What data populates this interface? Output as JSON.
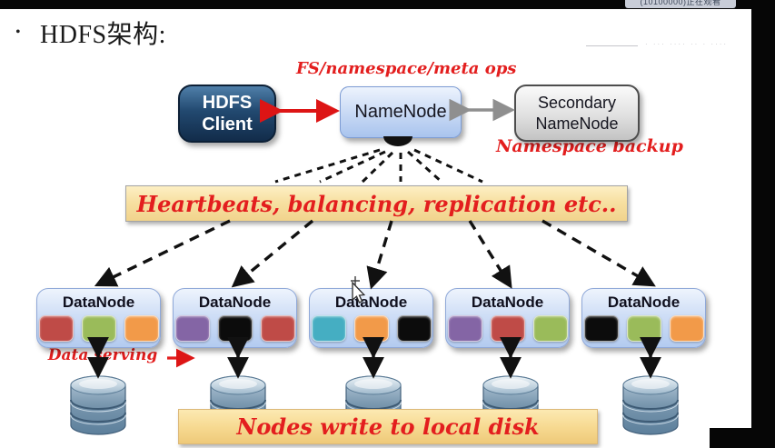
{
  "window": {
    "viewer_badge": "(10100000)正在观看",
    "faded_dots": "· ··· ···· ·· · ····"
  },
  "slide": {
    "bullet": "•",
    "title": "HDFS架构:"
  },
  "diagram": {
    "client": {
      "line1": "HDFS",
      "line2": "Client"
    },
    "namenode": {
      "label": "NameNode"
    },
    "secondary": {
      "line1": "Secondary",
      "line2": "NameNode"
    },
    "annotations": {
      "meta_ops": "FS/namespace/meta ops",
      "namespace_backup": "Namespace backup",
      "heartbeats": "Heartbeats, balancing, replication etc..",
      "data_serving": "Data serving",
      "local_disk": "Nodes write to local disk"
    },
    "datanodes": [
      {
        "label": "DataNode",
        "blocks": [
          "#bf4b47",
          "#9abb5a",
          "#f29a49"
        ]
      },
      {
        "label": "DataNode",
        "blocks": [
          "#8465a5",
          "#0c0c0c",
          "#bf4b47"
        ]
      },
      {
        "label": "DataNode",
        "blocks": [
          "#45aec2",
          "#f29a49",
          "#0c0c0c"
        ]
      },
      {
        "label": "DataNode",
        "blocks": [
          "#8465a5",
          "#bf4b47",
          "#9abb5a"
        ]
      },
      {
        "label": "DataNode",
        "blocks": [
          "#0c0c0c",
          "#9abb5a",
          "#f29a49"
        ]
      }
    ]
  },
  "colors": {
    "annotation_red": "#e31e1e",
    "banner_fill": "#f6dfa0",
    "node_blue": "#b9cff0",
    "client_navy": "#1c3e63",
    "secondary_gray": "#d9d9d9",
    "arrow_gray": "#8f8f8f",
    "arrow_black": "#111111"
  }
}
